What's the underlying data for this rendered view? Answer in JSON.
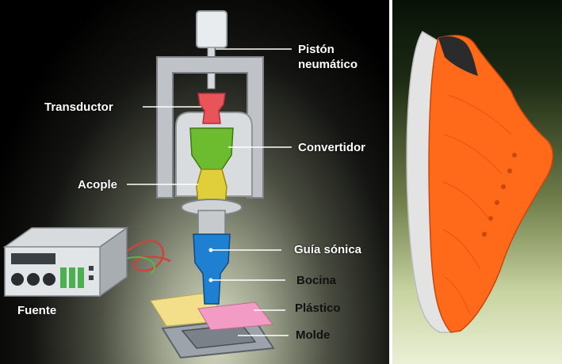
{
  "labels": {
    "piston": "Pistón neumático",
    "piston_line1": "Pistón",
    "piston_line2": "neumático",
    "transductor": "Transductor",
    "convertidor": "Convertidor",
    "acople": "Acople",
    "guia_sonica": "Guía sónica",
    "bocina": "Bocina",
    "fuente": "Fuente",
    "plastico": "Plástico",
    "molde": "Molde"
  },
  "colors": {
    "transductor": "#e8545a",
    "convertidor": "#6dbb2f",
    "acople": "#e0cf3a",
    "guia_sonica": "#1f7fd0",
    "plastico_sheet": "#f29bc4",
    "yellow_sheet": "#f3df8a",
    "shoe": "#ff6a1a",
    "shoe_sole": "#e3e3e3"
  }
}
